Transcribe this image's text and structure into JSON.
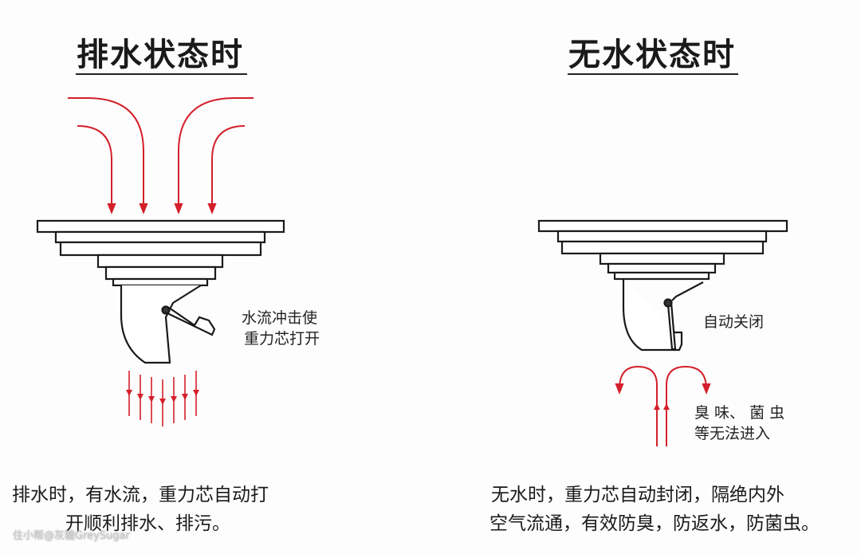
{
  "left": {
    "title": "排水状态时",
    "annotation_line1": "水流冲击使",
    "annotation_line2": "重力芯打开",
    "caption_line1": "排水时，有水流，重力芯自动打",
    "caption_line2": "开顺利排水、排污。"
  },
  "right": {
    "title": "无水状态时",
    "annotation": "自动关闭",
    "annotation2_line1": "臭 味、 菌 虫",
    "annotation2_line2": "等无法进入",
    "caption_line1": "无水时，重力芯自动封闭，隔绝内外",
    "caption_line2": "空气流通，有效防臭，防返水，防菌虫。"
  },
  "watermark": "住小帮@灰糖GreySugar",
  "colors": {
    "arrow": "#d4202a",
    "outline": "#1a1a1a"
  }
}
